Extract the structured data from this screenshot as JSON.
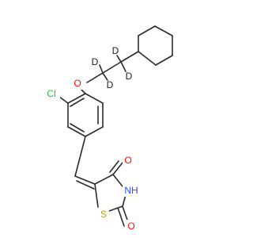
{
  "molecule": {
    "atoms": {
      "cl": {
        "text": "Cl",
        "color": "#31b831"
      },
      "o_ether": {
        "text": "O",
        "color": "#ff0d0d"
      },
      "d1": {
        "text": "D",
        "color": "#222222"
      },
      "d2": {
        "text": "D",
        "color": "#222222"
      },
      "d3": {
        "text": "D",
        "color": "#222222"
      },
      "d4": {
        "text": "D",
        "color": "#222222"
      },
      "o_upper": {
        "text": "O",
        "color": "#ff0d0d"
      },
      "o_lower": {
        "text": "O",
        "color": "#ff0d0d"
      },
      "nh": {
        "text": "NH",
        "color": "#3050f8"
      },
      "s": {
        "text": "S",
        "color": "#b8a200"
      }
    },
    "bond_color": "#2b2b2b"
  }
}
